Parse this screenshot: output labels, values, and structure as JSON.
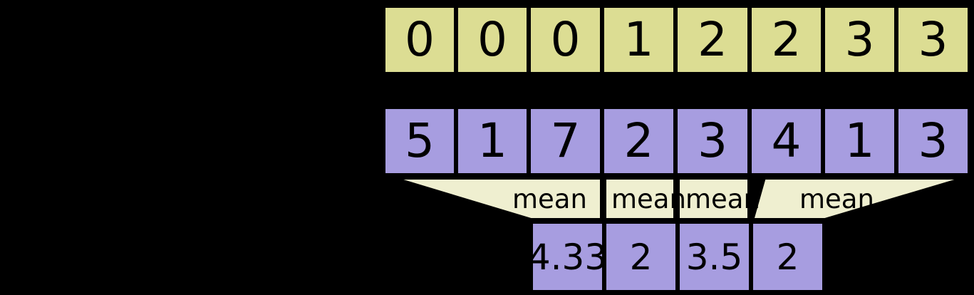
{
  "diagram": {
    "title": "mean-pooling-diagram",
    "colors": {
      "background": "#000000",
      "top_row_fill": "#dcdd93",
      "value_row_fill": "#a79de0",
      "mean_band_fill": "#efefd0",
      "stroke": "#000000",
      "text": "#000000"
    },
    "top_row": {
      "name": "segment-ids-row",
      "values": [
        "0",
        "0",
        "0",
        "1",
        "2",
        "2",
        "3",
        "3"
      ]
    },
    "value_row": {
      "name": "input-values-row",
      "values": [
        "5",
        "1",
        "7",
        "2",
        "3",
        "4",
        "1",
        "3"
      ]
    },
    "mean_band": {
      "name": "mean-operator-band",
      "labels": [
        "mean",
        "mean",
        "mean",
        "mean"
      ]
    },
    "output_row": {
      "name": "pooled-output-row",
      "values": [
        "4.33",
        "2",
        "3.5",
        "2"
      ]
    }
  }
}
